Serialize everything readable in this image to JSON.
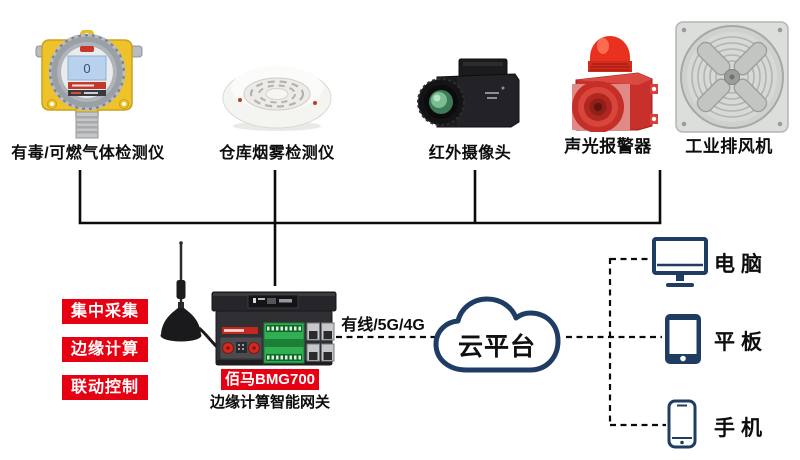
{
  "diagram": {
    "title_hint": "industrial-iot-gateway-solution",
    "sensors": [
      {
        "name": "gas-detector",
        "label": "有毒/可燃气体检测仪",
        "screen": "0"
      },
      {
        "name": "smoke-detector",
        "label": "仓库烟雾检测仪"
      },
      {
        "name": "ir-camera",
        "label": "红外摄像头"
      },
      {
        "name": "alarm",
        "label": "声光报警器"
      },
      {
        "name": "exhaust-fan",
        "label": "工业排风机"
      }
    ],
    "gateway": {
      "features": [
        "集中采集",
        "边缘计算",
        "联动控制"
      ],
      "model": "佰马BMG700",
      "caption": "边缘计算智能网关"
    },
    "link_label": "有线/5G/4G",
    "cloud_label": "云平台",
    "clients": [
      {
        "name": "desktop",
        "label": "电脑"
      },
      {
        "name": "tablet",
        "label": "平板"
      },
      {
        "name": "phone",
        "label": "手机"
      }
    ],
    "colors": {
      "accent_red": "#e60012",
      "navy": "#1f3c61",
      "line_black": "#0a0a0a"
    }
  }
}
